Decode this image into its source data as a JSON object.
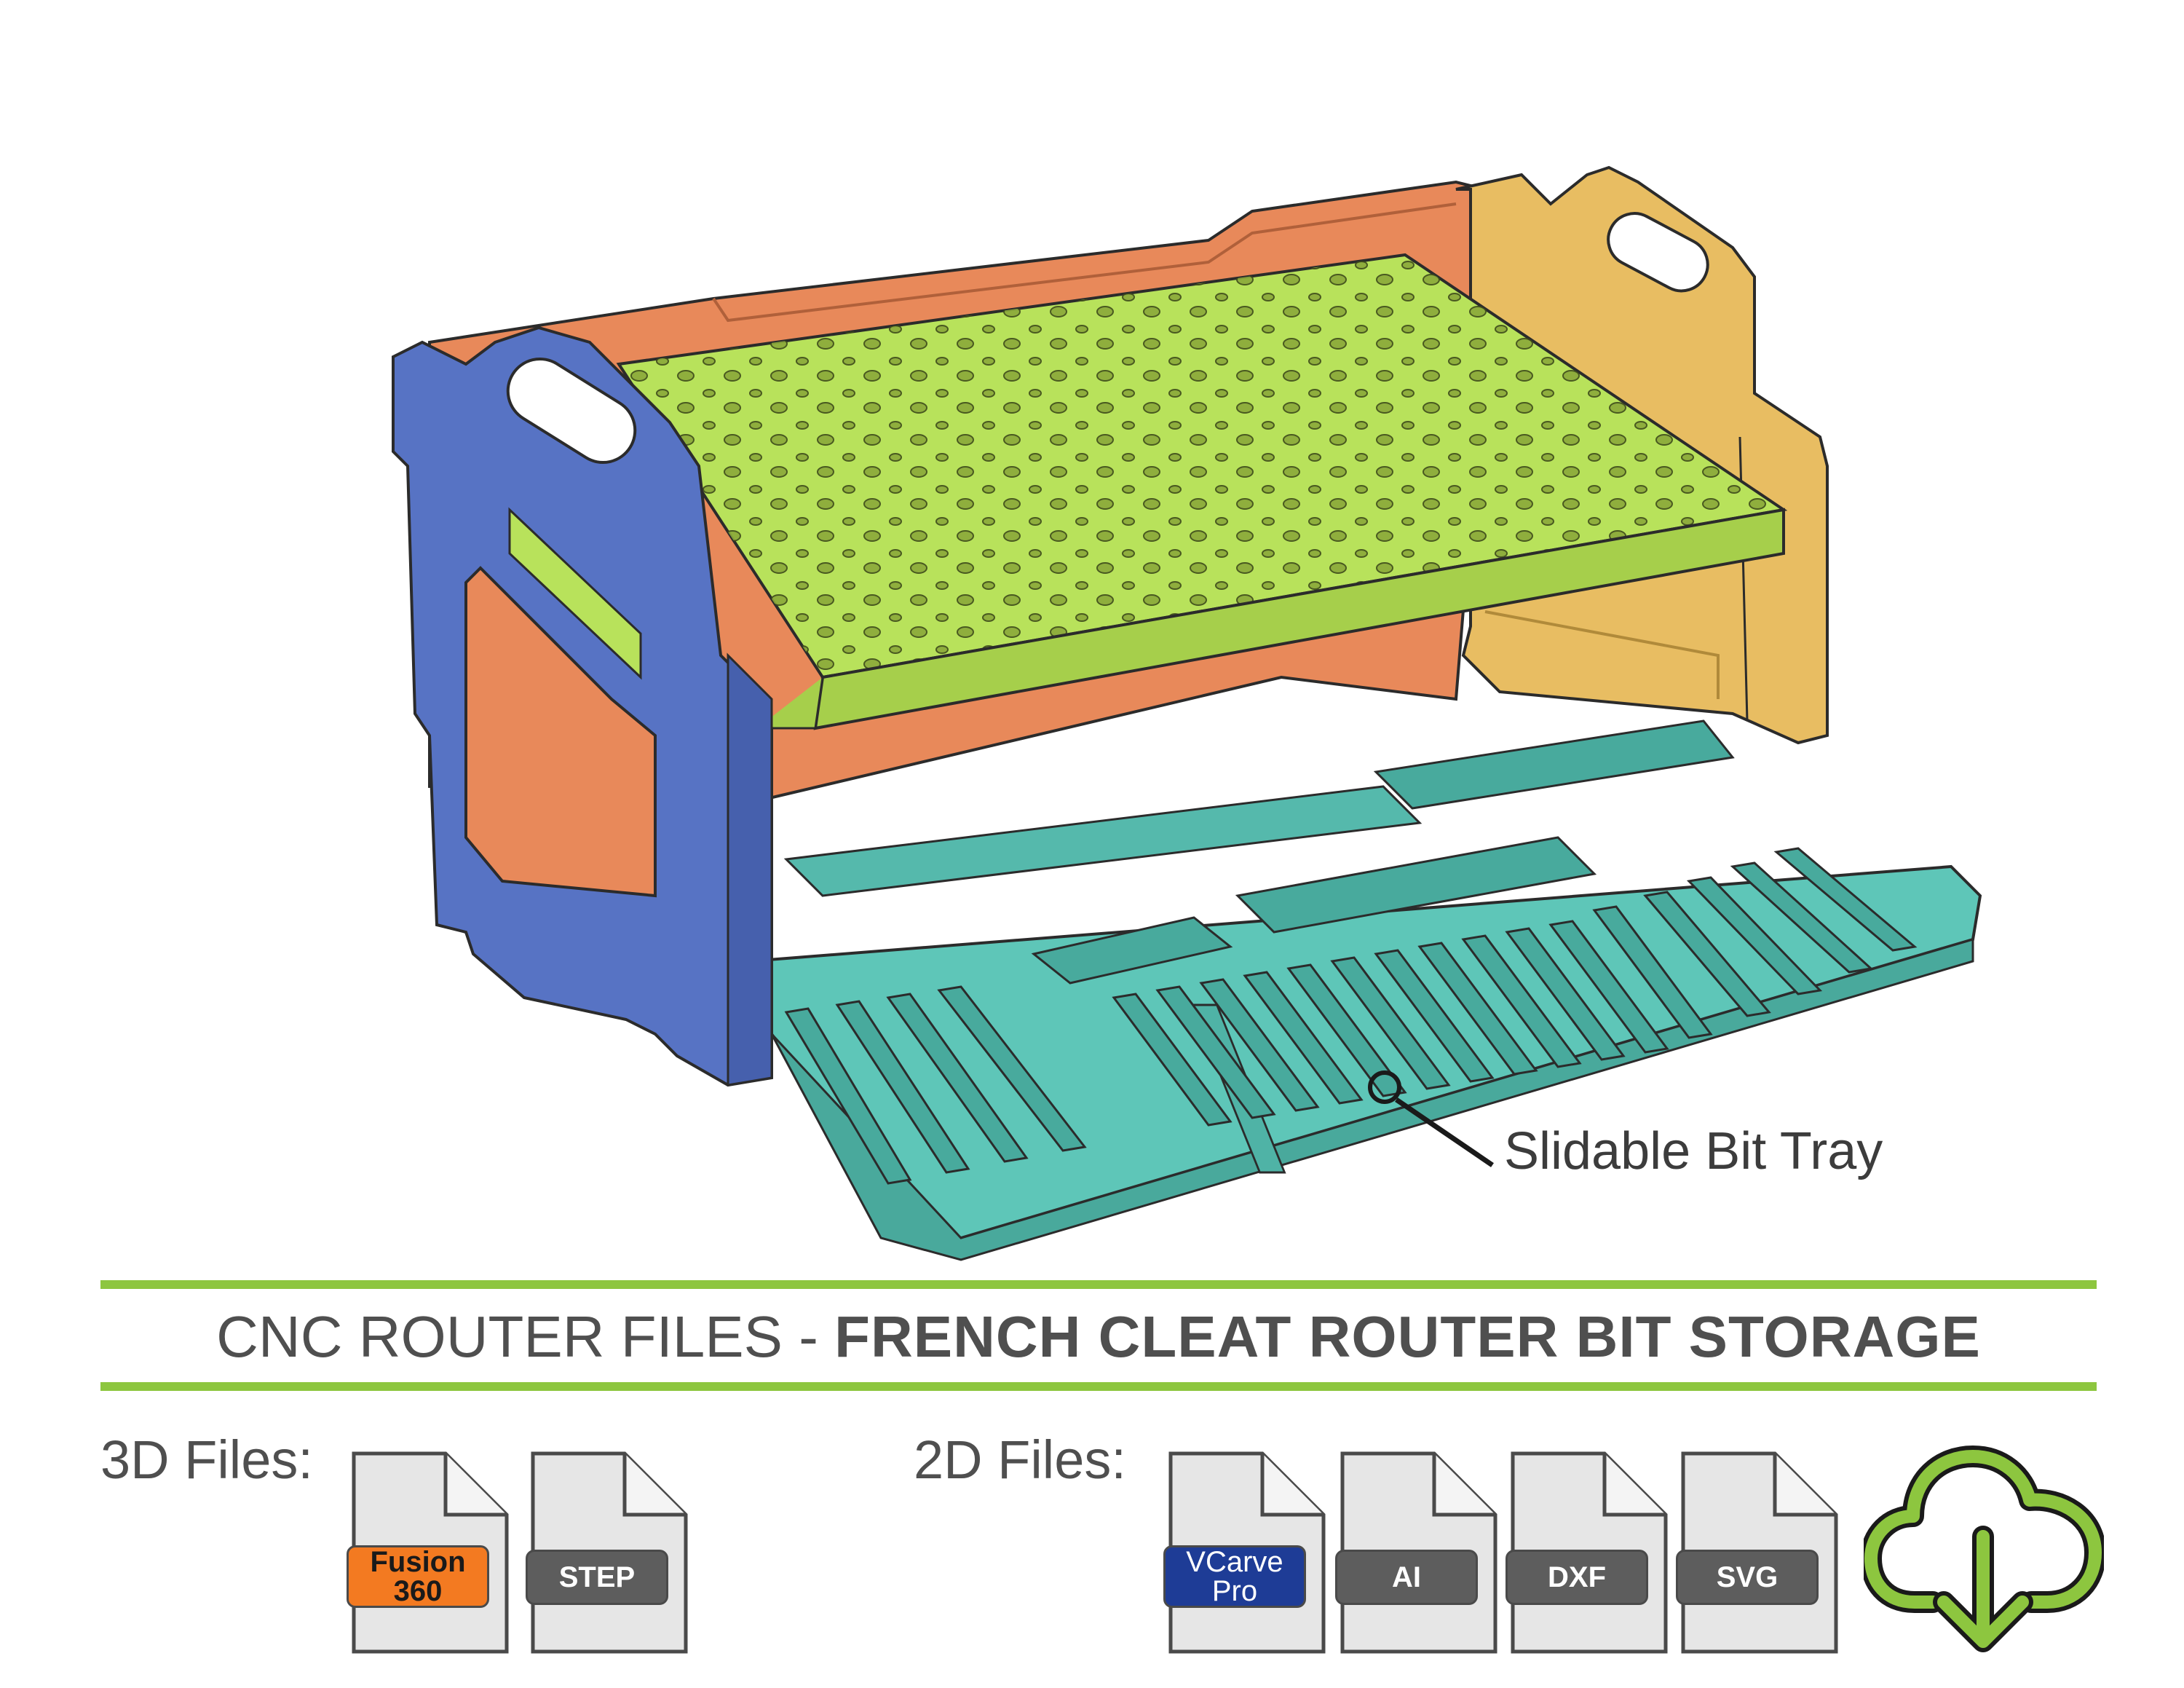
{
  "callout": {
    "label": "Slidable Bit Tray"
  },
  "header": {
    "title_prefix": "CNC ROUTER FILES - ",
    "title_bold": "FRENCH CLEAT ROUTER BIT STORAGE"
  },
  "files_3d": {
    "label": "3D Files:",
    "items": [
      {
        "tag": "Fusion 360",
        "icon": "document-icon",
        "color": "#f37a21"
      },
      {
        "tag": "STEP",
        "icon": "document-icon",
        "color": "#5d5d5d"
      }
    ]
  },
  "files_2d": {
    "label": "2D Files:",
    "items": [
      {
        "tag_line1": "VCarve",
        "tag_line2": "Pro",
        "icon": "document-icon",
        "color": "#1e3c96"
      },
      {
        "tag": "AI",
        "icon": "document-icon",
        "color": "#5d5d5d"
      },
      {
        "tag": "DXF",
        "icon": "document-icon",
        "color": "#5d5d5d"
      },
      {
        "tag": "SVG",
        "icon": "document-icon",
        "color": "#5d5d5d"
      }
    ]
  },
  "download": {
    "icon": "cloud-download-icon",
    "color": "#8dc63f"
  },
  "colors": {
    "accent_green": "#8dc63f",
    "side_blue": "#5773c4",
    "back_orange": "#e8895a",
    "shelf_green": "#b8e25b",
    "side_yellow": "#e8bd62",
    "tray_teal": "#5ec6b8"
  }
}
